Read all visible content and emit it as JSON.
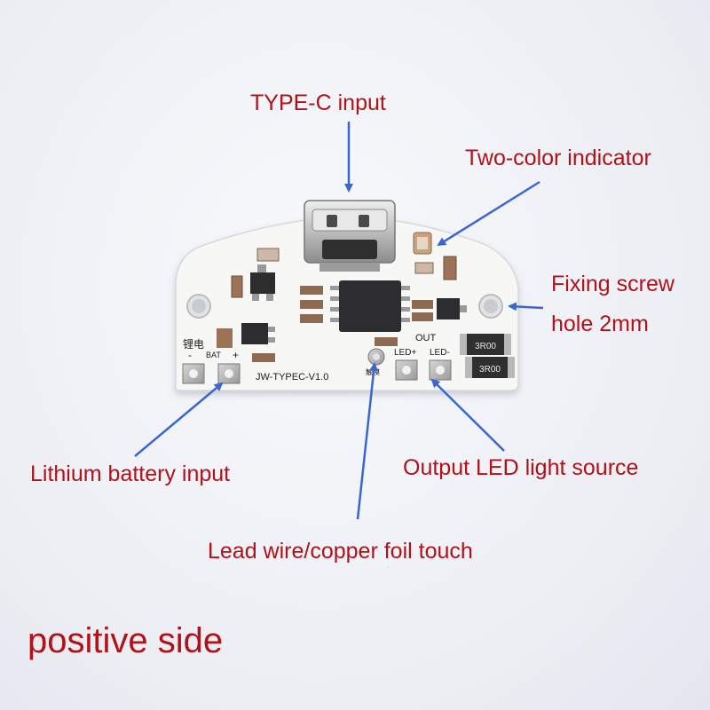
{
  "annotations": {
    "type_c": "TYPE-C input",
    "indicator": "Two-color indicator",
    "screw_line1": "Fixing screw",
    "screw_line2": "hole 2mm",
    "battery": "Lithium battery input",
    "led_output": "Output LED light source",
    "touch": "Lead wire/copper foil touch"
  },
  "caption": "positive side",
  "board": {
    "model": "JW-TYPEC-V1.0",
    "out": "OUT",
    "led_plus": "LED+",
    "led_minus": "LED-",
    "bat": "BAT",
    "bat_minus": "-",
    "bat_plus": "+",
    "cn_battery": "锂电",
    "cn_touch": "触摸",
    "resistor_code_1": "3R00",
    "resistor_code_2": "3R00"
  },
  "colors": {
    "label_red": "#b01218",
    "arrow_blue": "#3a66d1",
    "board_white": "#f7f7f5"
  }
}
